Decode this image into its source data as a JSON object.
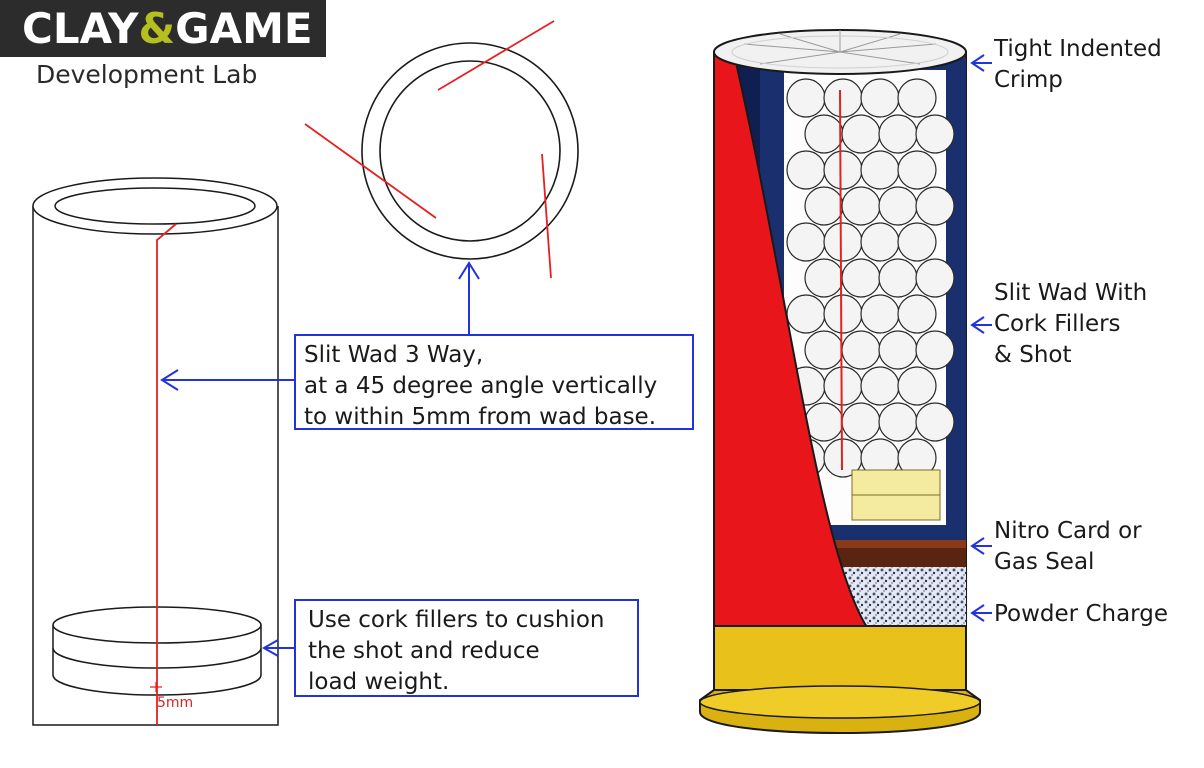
{
  "logo": {
    "part1": "CLAY",
    "amp": "&",
    "part2": "GAME"
  },
  "subtitle": "Development Lab",
  "notes": {
    "slit_wad": [
      "Slit Wad 3 Way,",
      "at a 45 degree angle vertically",
      "to within 5mm from wad base."
    ],
    "cork_fillers": [
      "Use cork fillers to cushion",
      "the shot and reduce",
      "load weight."
    ]
  },
  "labels": {
    "crimp": [
      "Tight Indented",
      "Crimp"
    ],
    "slit_wad": [
      "Slit Wad With",
      "Cork Fillers",
      "& Shot"
    ],
    "nitro": [
      "Nitro Card or",
      "Gas Seal"
    ],
    "powder": [
      "Powder Charge"
    ]
  },
  "dimension": "5mm",
  "colors": {
    "annotation_blue": "#2233dd",
    "cut_red": "#e62020",
    "shell_red": "#e8161a",
    "brass": "#e8c21a",
    "wad_blue": "#1a2f6e",
    "logo_bg": "#2c2c2c",
    "logo_accent": "#b5bf1f"
  }
}
